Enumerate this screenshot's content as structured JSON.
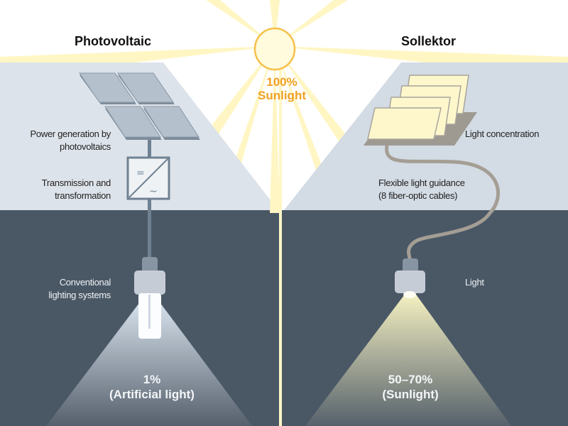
{
  "left": {
    "title": "Photovoltaic",
    "labels": {
      "power_generation": [
        "Power generation by",
        "photovoltaics"
      ],
      "transmission": [
        "Transmission and",
        "transformation"
      ],
      "lighting": [
        "Conventional",
        "lighting systems"
      ]
    },
    "output": [
      "1%",
      "(Artificial light)"
    ]
  },
  "center": {
    "sun": [
      "100%",
      "Sunlight"
    ]
  },
  "right": {
    "title": "Sollektor",
    "labels": {
      "concentration": "Light concentration",
      "guidance": [
        "Flexible light guidance",
        "(8 fiber-optic cables)"
      ],
      "light": "Light"
    },
    "output": [
      "50–70%",
      "(Sunlight)"
    ]
  },
  "colors": {
    "dark_bg": "#4a5866",
    "panel_left": "#dde3ea",
    "panel_right": "#d3dbe4",
    "sun_orange": "#f0a020",
    "ray_yellow": "#fff6c4"
  }
}
